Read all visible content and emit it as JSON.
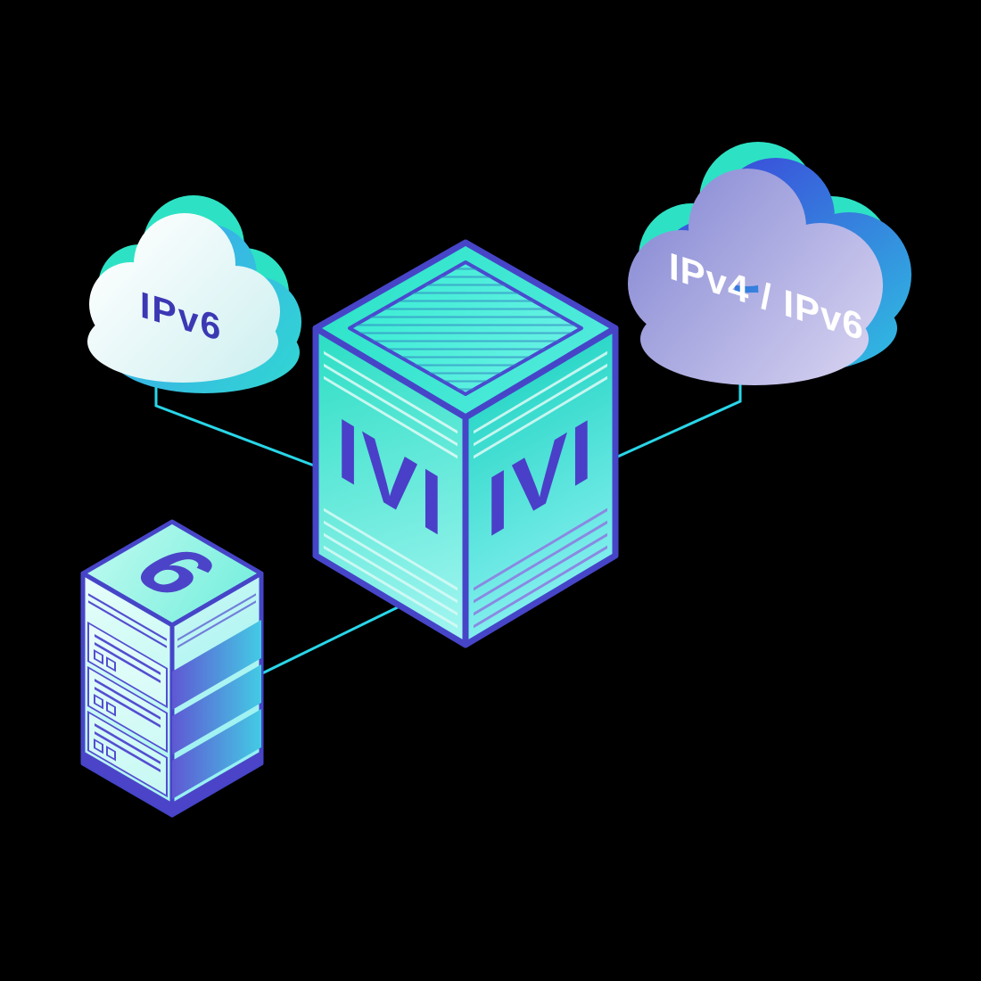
{
  "illustration": {
    "background_color": "#000000",
    "palette": {
      "teal": "#2DE2C4",
      "cyan": "#29D6E8",
      "indigo": "#4645C8",
      "purple": "#8C8ED6"
    },
    "cloud_left": {
      "type": "cloud",
      "label": "IPv6"
    },
    "cloud_right": {
      "type": "cloud",
      "label": "IPv4 / IPv6"
    },
    "translator_box": {
      "type": "isometric-box",
      "left_face_label": "IVI",
      "right_face_label": "IVI"
    },
    "server": {
      "type": "server-rack",
      "top_label": "6"
    },
    "connections": [
      {
        "from": "ipv6-cloud",
        "to": "ivi-translator-box"
      },
      {
        "from": "ipv4-ipv6-cloud",
        "to": "ivi-translator-box"
      },
      {
        "from": "ipv6-server",
        "to": "ivi-translator-box"
      }
    ]
  }
}
